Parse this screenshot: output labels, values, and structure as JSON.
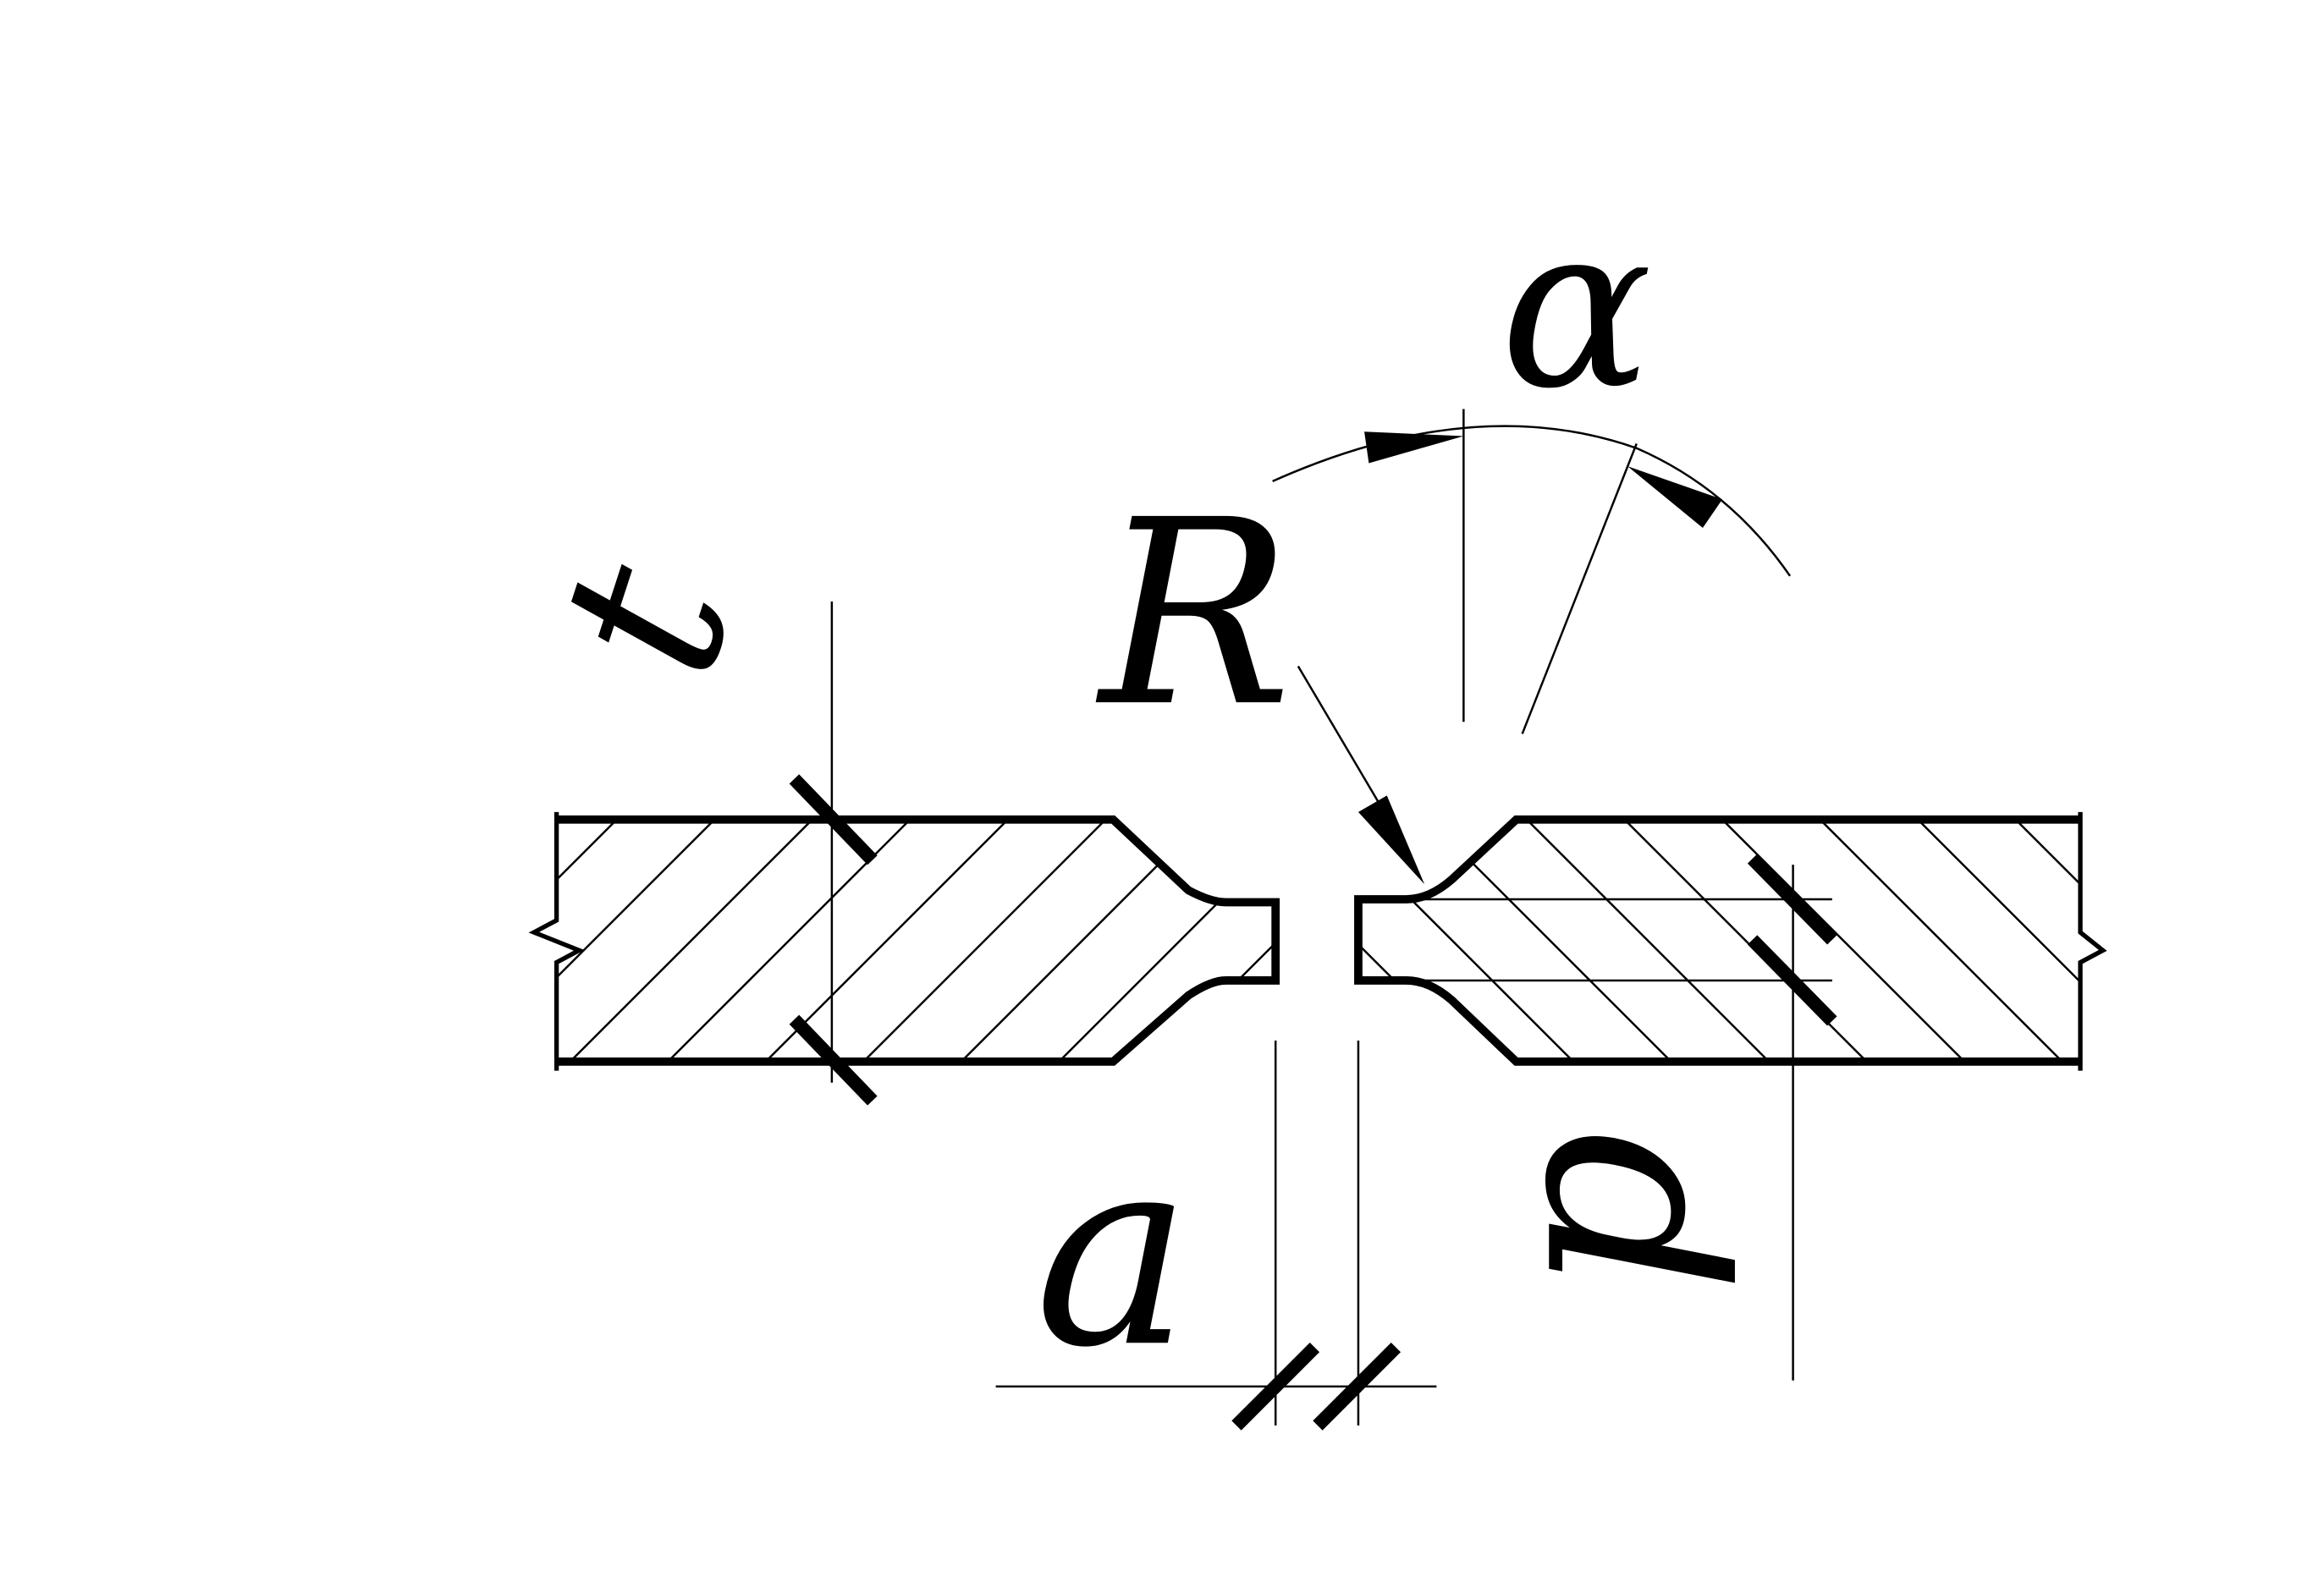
{
  "labels": {
    "alpha": "α",
    "R": "R",
    "t": "t",
    "a": "a",
    "p": "p"
  },
  "colors": {
    "line": "#000000",
    "background": "#ffffff"
  }
}
